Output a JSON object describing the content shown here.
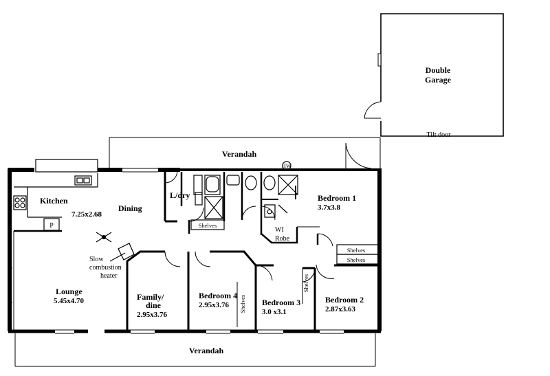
{
  "rooms": {
    "garage": {
      "line1": "Double",
      "line2": "Garage"
    },
    "tilt_door": "Tilt door",
    "verandah_top": "Verandah",
    "verandah_bottom": "Verandah",
    "kitchen": {
      "name": "Kitchen",
      "dims": "7.25x2.68"
    },
    "dining": "Dining",
    "laundry": "L/dry",
    "bedroom1": {
      "name": "Bedroom 1",
      "dims": "3.7x3.8"
    },
    "bedroom2": {
      "name": "Bedroom 2",
      "dims": "2.87x3.63"
    },
    "bedroom3": {
      "name": "Bedroom 3",
      "dims": "3.0 x3.1"
    },
    "bedroom4": {
      "name": "Bedroom 4",
      "dims": "2.95x3.76"
    },
    "family": {
      "line1": "Family/",
      "line2": "dine",
      "dims": "2.95x3.76"
    },
    "lounge": {
      "name": "Lounge",
      "dims": "5.45x4.70"
    }
  },
  "fixtures": {
    "hw": "HW",
    "pantry": "P",
    "wi": "WI",
    "robe": "Robe",
    "shelves_laundry": "Shelves",
    "shelves_hall1": "Shelves",
    "shelves_hall2": "Shelves",
    "shelves_bed3": "Shelves",
    "shelves_bed4": "Shelves",
    "heater_line1": "Slow",
    "heater_line2": "combustion",
    "heater_line3": "heater"
  }
}
